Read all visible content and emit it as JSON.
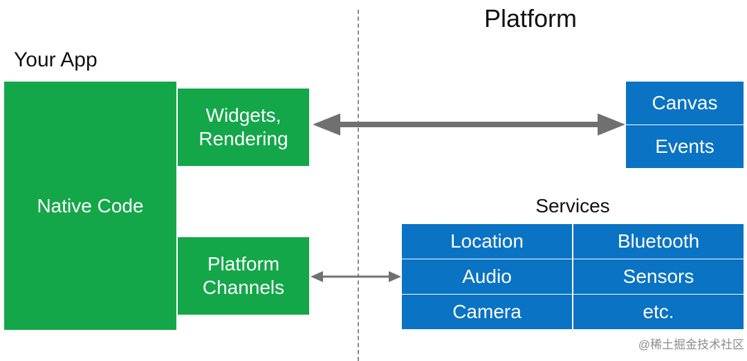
{
  "titles": {
    "platform": "Platform",
    "your_app": "Your App",
    "services": "Services"
  },
  "app": {
    "native_code": "Native Code",
    "widgets_line1": "Widgets,",
    "widgets_line2": "Rendering",
    "channels_line1": "Platform",
    "channels_line2": "Channels"
  },
  "platform": {
    "canvas": "Canvas",
    "events": "Events"
  },
  "services": {
    "location": "Location",
    "bluetooth": "Bluetooth",
    "audio": "Audio",
    "sensors": "Sensors",
    "camera": "Camera",
    "etc": "etc."
  },
  "watermark": "@稀土掘金技术社区",
  "colors": {
    "app_green": "#13a74a",
    "platform_blue": "#0a73c4",
    "arrow_gray": "#707070"
  }
}
